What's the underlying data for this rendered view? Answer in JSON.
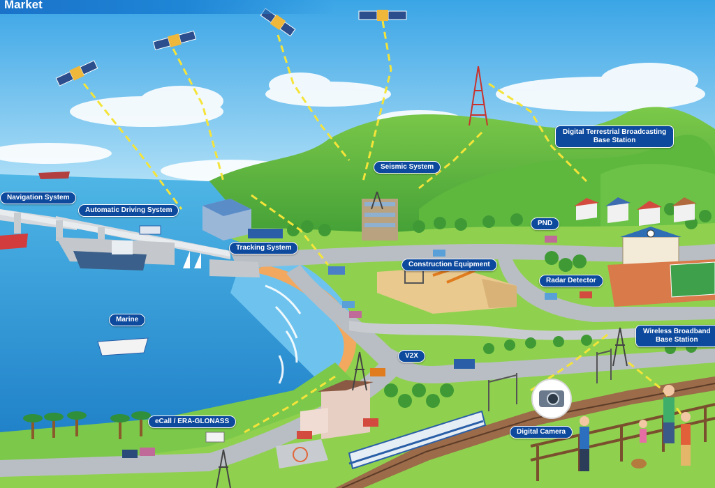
{
  "header": {
    "title": "Market"
  },
  "labels": {
    "navigation_system": "Navigation System",
    "automatic_driving_system": "Automatic Driving System",
    "tracking_system": "Tracking System",
    "seismic_system": "Seismic System",
    "digital_broadcasting_line1": "Digital Terrestrial Broadcasting",
    "digital_broadcasting_line2": "Base Station",
    "pnd": "PND",
    "construction_equipment": "Construction Equipment",
    "radar_detector": "Radar Detector",
    "marine": "Marine",
    "v2x": "V2X",
    "wireless_broadband_line1": "Wireless Broadband",
    "wireless_broadband_line2": "Base Station",
    "ecall": "eCall / ERA-GLONASS",
    "digital_camera": "Digital Camera"
  },
  "colors": {
    "label_bg": "#0d4a9e",
    "sky": "#6ec3ee",
    "sea": "#2c9ad6",
    "grass": "#8fd14f",
    "hill": "#4fae3a",
    "road": "#b9bec4",
    "beach": "#f0a45a",
    "signal": "#f4e43a"
  }
}
